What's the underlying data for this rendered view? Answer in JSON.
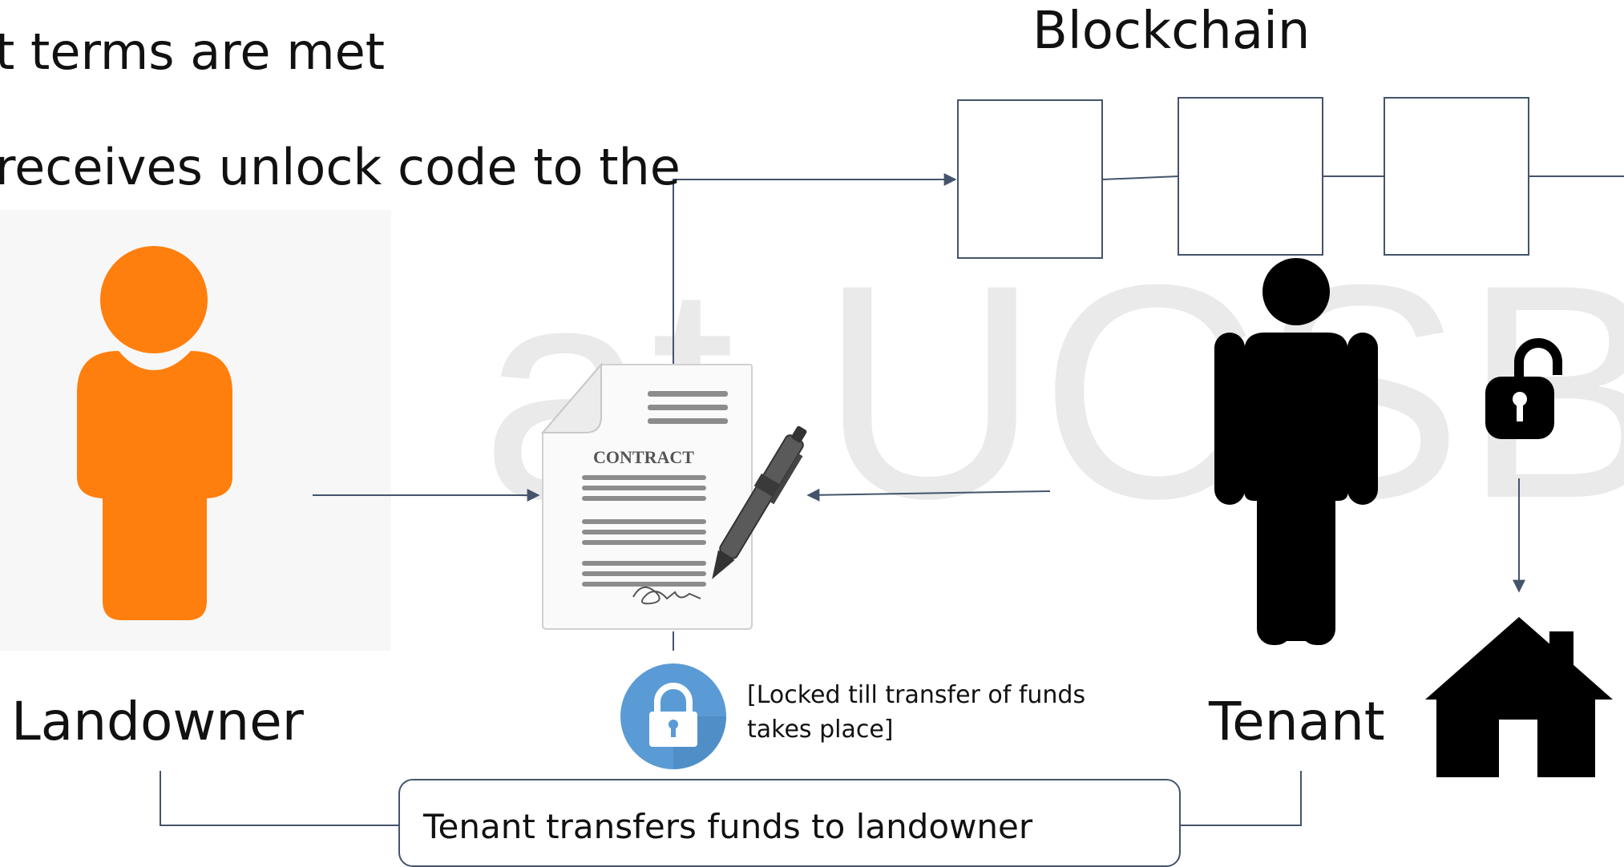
{
  "text": {
    "line1": "t terms are met",
    "line2": "receives unlock code to the",
    "blockchain_title": "Blockchain",
    "landowner_label": "Landowner",
    "tenant_label": "Tenant",
    "locked_note": "[Locked till transfer of funds takes place]",
    "transfer_label": "Tenant transfers funds to landowner",
    "contract_heading": "CONTRACT",
    "watermark": "at UCSB"
  },
  "icons": {
    "landowner": "person-icon",
    "tenant": "person-icon",
    "contract": "contract-document-icon",
    "pen": "pen-icon",
    "blue_lock": "lock-icon",
    "open_lock": "unlock-icon",
    "house": "house-icon"
  },
  "colors": {
    "landowner": "#ff7f0e",
    "tenant": "#000000",
    "blue_lock_circle": "#5b9bd5",
    "connector": "#44546a"
  }
}
